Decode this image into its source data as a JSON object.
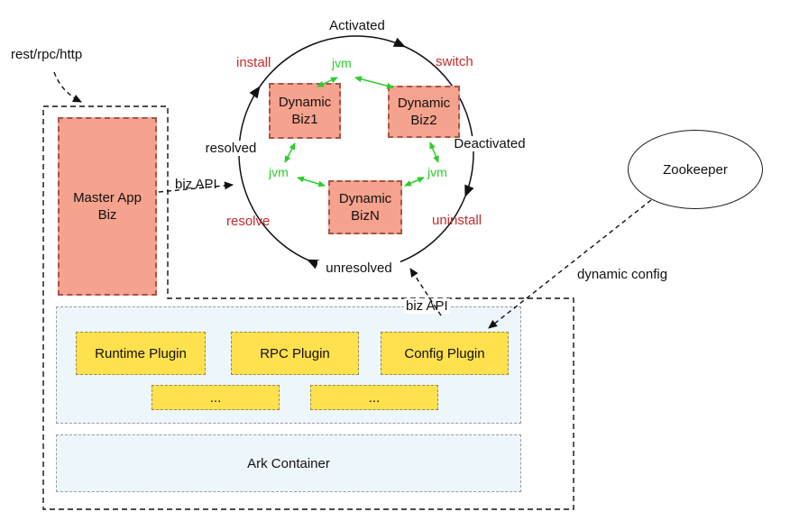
{
  "annotations": {
    "rest_rpc_http": "rest/rpc/http",
    "biz_api_master": "biz API",
    "biz_api_plugins": "biz API",
    "dynamic_config": "dynamic config"
  },
  "lifecycle": {
    "state_activated": "Activated",
    "state_deactivated": "Deactivated",
    "state_unresolved": "unresolved",
    "state_resolved": "resolved",
    "transition_install": "install",
    "transition_switch": "switch",
    "transition_resolve": "resolve",
    "transition_uninstall": "uninstall",
    "jvm": "jvm",
    "biz1": "Dynamic Biz1",
    "biz2": "Dynamic Biz2",
    "bizN": "Dynamic BizN"
  },
  "master_app": {
    "label": "Master App Biz"
  },
  "zookeeper": {
    "label": "Zookeeper"
  },
  "plugin_layer": {
    "runtime": "Runtime Plugin",
    "rpc": "RPC Plugin",
    "config": "Config Plugin",
    "ellipsis": "..."
  },
  "ark_container": {
    "label": "Ark Container"
  },
  "colors": {
    "biz_pink": "#f5a28e",
    "biz_border": "#a3564b",
    "plugin_yellow": "#ffe04d",
    "layer_blue": "#edf6fb",
    "jvm_green": "#2ecc2e",
    "transition_red": "#c92a2a"
  }
}
